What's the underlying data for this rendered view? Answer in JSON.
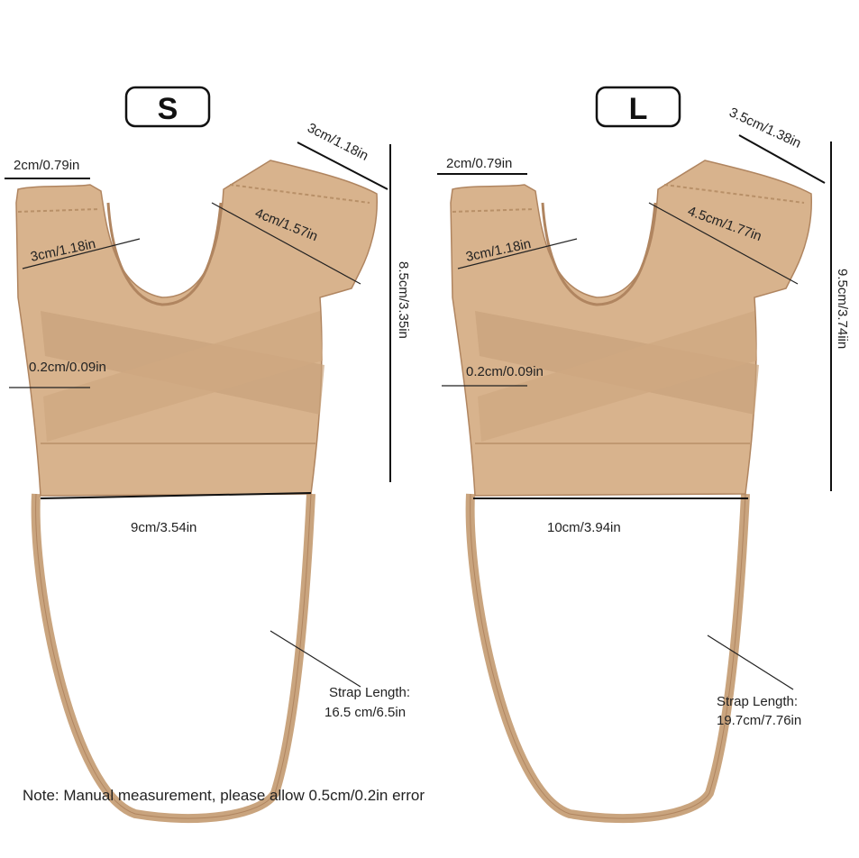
{
  "colors": {
    "fabric": "#d8b38d",
    "fabric_dark": "#c59d76",
    "edge": "#b08560"
  },
  "small": {
    "size_label": "S",
    "toe_tab": "2cm/0.79in",
    "tab_width": "3cm/1.18in",
    "diagonal": "4cm/1.57in",
    "top_edge": "3cm/1.18in",
    "height": "8.5cm/3.35in",
    "thickness": "0.2cm/0.09in",
    "width": "9cm/3.54in",
    "strap_title": "Strap Length:",
    "strap_value": "16.5 cm/6.5in"
  },
  "large": {
    "size_label": "L",
    "toe_tab": "2cm/0.79in",
    "tab_width": "3cm/1.18in",
    "diagonal": "4.5cm/1.77in",
    "top_edge": "3.5cm/1.38in",
    "height": "9.5cm/3.74iin",
    "thickness": "0.2cm/0.09in",
    "width": "10cm/3.94in",
    "strap_title": "Strap Length:",
    "strap_value": "19.7cm/7.76in"
  },
  "note": "Note: Manual measurement, please allow 0.5cm/0.2in error"
}
